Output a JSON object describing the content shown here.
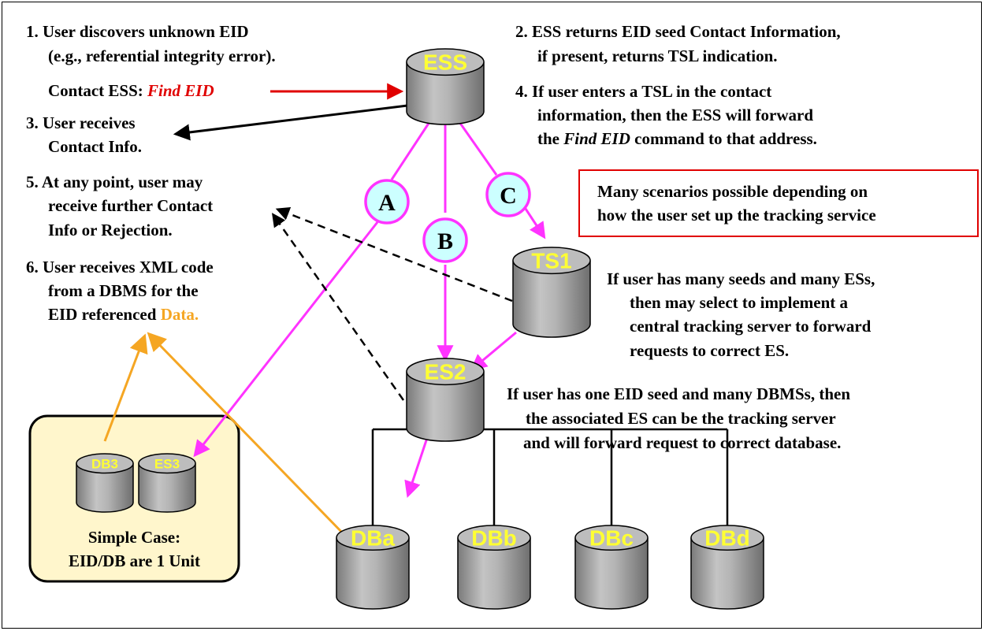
{
  "nodes": {
    "ess": "ESS",
    "ts1": "TS1",
    "es2": "ES2",
    "db3": "DB3",
    "es3": "ES3",
    "dba": "DBa",
    "dbb": "DBb",
    "dbc": "DBc",
    "dbd": "DBd"
  },
  "paths": {
    "a": "A",
    "b": "B",
    "c": "C"
  },
  "steps": {
    "s1_line1": "1. User discovers unknown EID",
    "s1_line2": "(e.g., referential integrity error).",
    "s1_line3_prefix": "Contact ESS: ",
    "s1_command": "Find EID",
    "s3_line1": "3. User receives",
    "s3_line2": "Contact Info.",
    "s5_line1": "5. At any point, user may",
    "s5_line2": "receive further Contact",
    "s5_line3": "Info or Rejection.",
    "s6_line1": "6. User receives XML code",
    "s6_line2": "from a DBMS for the",
    "s6_line3_prefix": "EID referenced ",
    "s6_data": "Data.",
    "s2_line1": "2. ESS returns EID seed Contact Information,",
    "s2_line2": "if present, returns TSL indication.",
    "s4_line1": "4. If user enters a TSL in the contact",
    "s4_line2": "information, then the ESS will forward",
    "s4_line3_prefix": "the ",
    "s4_command": "Find EID",
    "s4_line3_suffix": " command to that address."
  },
  "note": {
    "line1": "Many scenarios possible depending on",
    "line2": "how the user set up the tracking service"
  },
  "ts1_note": {
    "line1": "If user has many seeds and many ESs,",
    "line2": "then may select to implement a",
    "line3": "central tracking server to forward",
    "line4": "requests to correct ES."
  },
  "es2_note": {
    "line1": "If user has one EID seed and many DBMSs, then",
    "line2": "the associated ES can be the tracking server",
    "line3": "and will forward request to correct database."
  },
  "simple_case": {
    "line1": "Simple Case:",
    "line2": "EID/DB are 1 Unit"
  },
  "colors": {
    "magenta": "#ff33ff",
    "red": "#e00000",
    "orange": "#f5a623",
    "cyl_top": "#c8c8c8",
    "cyl_body": "#a0a0a0",
    "label_yellow": "#ffff33",
    "circle_fill": "#ccffff",
    "simple_box_fill": "#fff6cc"
  }
}
